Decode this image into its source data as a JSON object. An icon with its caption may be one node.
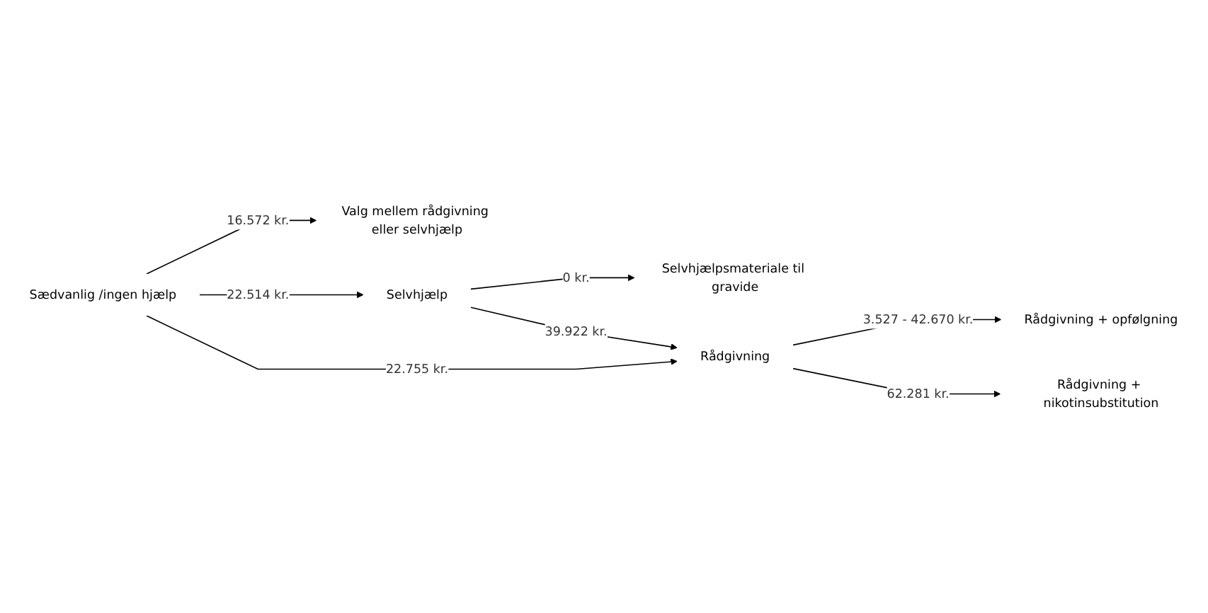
{
  "diagram": {
    "nodes": [
      {
        "text": [
          "Sædvanlig /ingen hjælp"
        ]
      },
      {
        "text": [
          "Valg mellem rådgivning eller selvhjælp"
        ]
      },
      {
        "text": [
          "Selvhjælp"
        ]
      },
      {
        "text": [
          "Selvhjælpsmateriale til gravide"
        ]
      },
      {
        "text": [
          "Rådgivning"
        ]
      },
      {
        "text": [
          "Rådgivning + opfølgning"
        ]
      },
      {
        "text": [
          "Rådgivning + nikotinsubstitution"
        ]
      }
    ],
    "edges": [
      {
        "from": 0,
        "to": 1,
        "arrow": "to",
        "label": "16.572 kr."
      },
      {
        "from": 0,
        "to": 2,
        "arrow": "to",
        "label": "22.514 kr."
      },
      {
        "from": 0,
        "to": 4,
        "arrow": "to",
        "label": "22.755 kr."
      },
      {
        "from": 2,
        "to": 3,
        "arrow": "to",
        "label": "0 kr."
      },
      {
        "from": 2,
        "to": 4,
        "arrow": "to",
        "label": "39.922 kr."
      },
      {
        "from": 4,
        "to": 5,
        "arrow": "to",
        "label": "3.527 - 42.670 kr."
      },
      {
        "from": 4,
        "to": 6,
        "arrow": "to",
        "label": "62.281 kr."
      }
    ]
  }
}
